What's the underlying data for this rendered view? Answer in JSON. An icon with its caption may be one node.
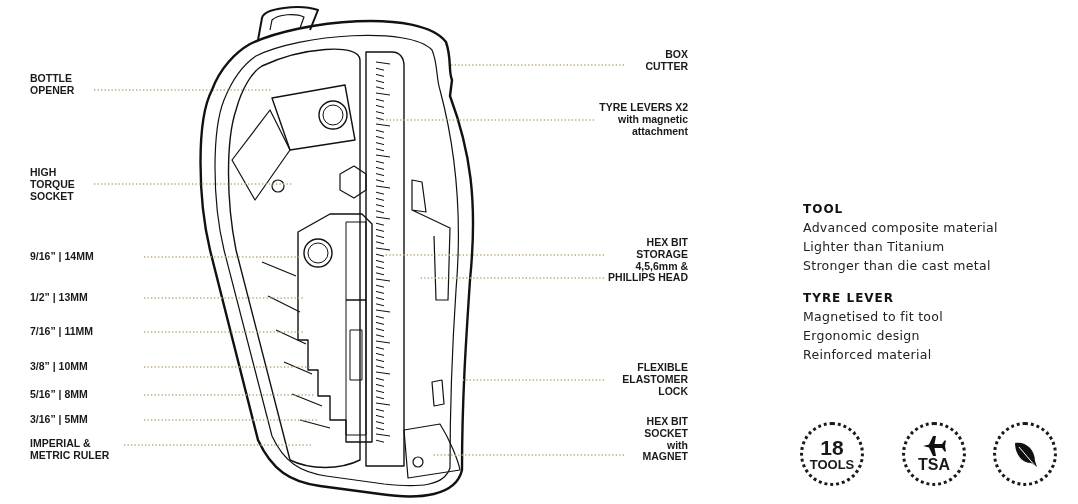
{
  "diagram": {
    "nodes": [
      {
        "text": [
          "BOTTLE OPENER"
        ]
      },
      {
        "text": [
          "HIGH TORQUE SOCKET"
        ]
      },
      {
        "text": [
          "9/16” | 14MM"
        ]
      },
      {
        "text": [
          "1/2” | 13MM"
        ]
      },
      {
        "text": [
          "7/16” | 11MM"
        ]
      },
      {
        "text": [
          "3/8” | 10MM"
        ]
      },
      {
        "text": [
          "5/16” | 8MM"
        ]
      },
      {
        "text": [
          "3/16” | 5MM"
        ]
      },
      {
        "text": [
          "IMPERIAL & METRIC RULER"
        ]
      },
      {
        "text": [
          "BOX CUTTER"
        ]
      },
      {
        "text": [
          "TYRE LEVERS X2",
          "with magnetic attachment"
        ]
      },
      {
        "text": [
          "HEX BIT STORAGE 4,5,6mm & PHILLIPS HEAD"
        ]
      },
      {
        "text": [
          "FLEXIBLE ELASTOMER LOCK"
        ]
      },
      {
        "text": [
          "HEX BIT SOCKET with MAGNET"
        ]
      },
      {
        "text": [
          "18",
          "TOOLS"
        ]
      },
      {
        "text": [
          "TSA"
        ]
      },
      {
        "text": [],
        "shape": "circle"
      }
    ],
    "edges": [
      {
        "from": 0,
        "to": null,
        "arrow": "none"
      },
      {
        "from": 1,
        "to": null,
        "arrow": "none"
      },
      {
        "from": 2,
        "to": null,
        "arrow": "none"
      },
      {
        "from": 3,
        "to": null,
        "arrow": "none"
      },
      {
        "from": 4,
        "to": null,
        "arrow": "none"
      },
      {
        "from": 5,
        "to": null,
        "arrow": "none"
      },
      {
        "from": 6,
        "to": null,
        "arrow": "none"
      },
      {
        "from": 7,
        "to": null,
        "arrow": "none"
      },
      {
        "from": 8,
        "to": null,
        "arrow": "none"
      },
      {
        "from": 9,
        "to": null,
        "arrow": "none"
      },
      {
        "from": 10,
        "to": null,
        "arrow": "none"
      },
      {
        "from": 11,
        "to": null,
        "arrow": "none"
      },
      {
        "from": 11,
        "to": null,
        "arrow": "none"
      },
      {
        "from": 12,
        "to": null,
        "arrow": "none"
      },
      {
        "from": 13,
        "to": null,
        "arrow": "none"
      }
    ],
    "labels": [
      "TOOL",
      "Advanced composite material",
      "Lighter than Titanium",
      "Stronger than die cast metal",
      "TYRE LEVER",
      "Magnetised to fit tool",
      "Ergonomic design",
      "Reinforced material"
    ]
  }
}
